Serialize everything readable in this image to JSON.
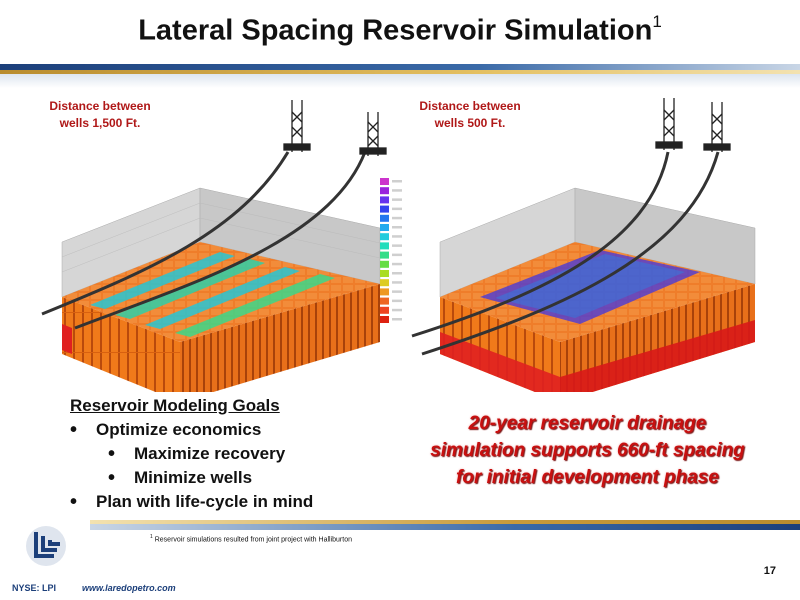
{
  "slide": {
    "title": "Lateral Spacing Reservoir Simulation",
    "title_superscript": "1",
    "page_number": "17"
  },
  "simulations": [
    {
      "caption_line1": "Distance between",
      "caption_line2": "wells 1,500 Ft."
    },
    {
      "caption_line1": "Distance between",
      "caption_line2": "wells 500 Ft."
    }
  ],
  "goals": {
    "heading": "Reservoir Modeling Goals",
    "items": [
      {
        "text": "Optimize economics",
        "level": 1
      },
      {
        "text": "Maximize recovery",
        "level": 2
      },
      {
        "text": "Minimize wells",
        "level": 2
      },
      {
        "text": "Plan with life-cycle in mind",
        "level": 1
      }
    ]
  },
  "callout": {
    "line1": "20-year reservoir drainage",
    "line2": "simulation supports 660-ft spacing",
    "line3": "for initial development phase"
  },
  "footnote": {
    "marker": "1",
    "text": "Reservoir simulations resulted from joint project with Halliburton"
  },
  "footer": {
    "ticker": "NYSE: LPI",
    "website": "www.laredopetro.com"
  },
  "legend": {
    "colors": [
      "#cc33cc",
      "#9922dd",
      "#6633ee",
      "#3344ee",
      "#2277ee",
      "#22aaee",
      "#22ccdd",
      "#22ddbb",
      "#33dd88",
      "#66dd44",
      "#aadd22",
      "#ddcc22",
      "#ee9922",
      "#ee6622",
      "#ee4422",
      "#dd2211"
    ]
  },
  "colors": {
    "brand_blue": "#1c3f7a",
    "brand_gold": "#c89a3a",
    "callout_red": "#c81010"
  }
}
